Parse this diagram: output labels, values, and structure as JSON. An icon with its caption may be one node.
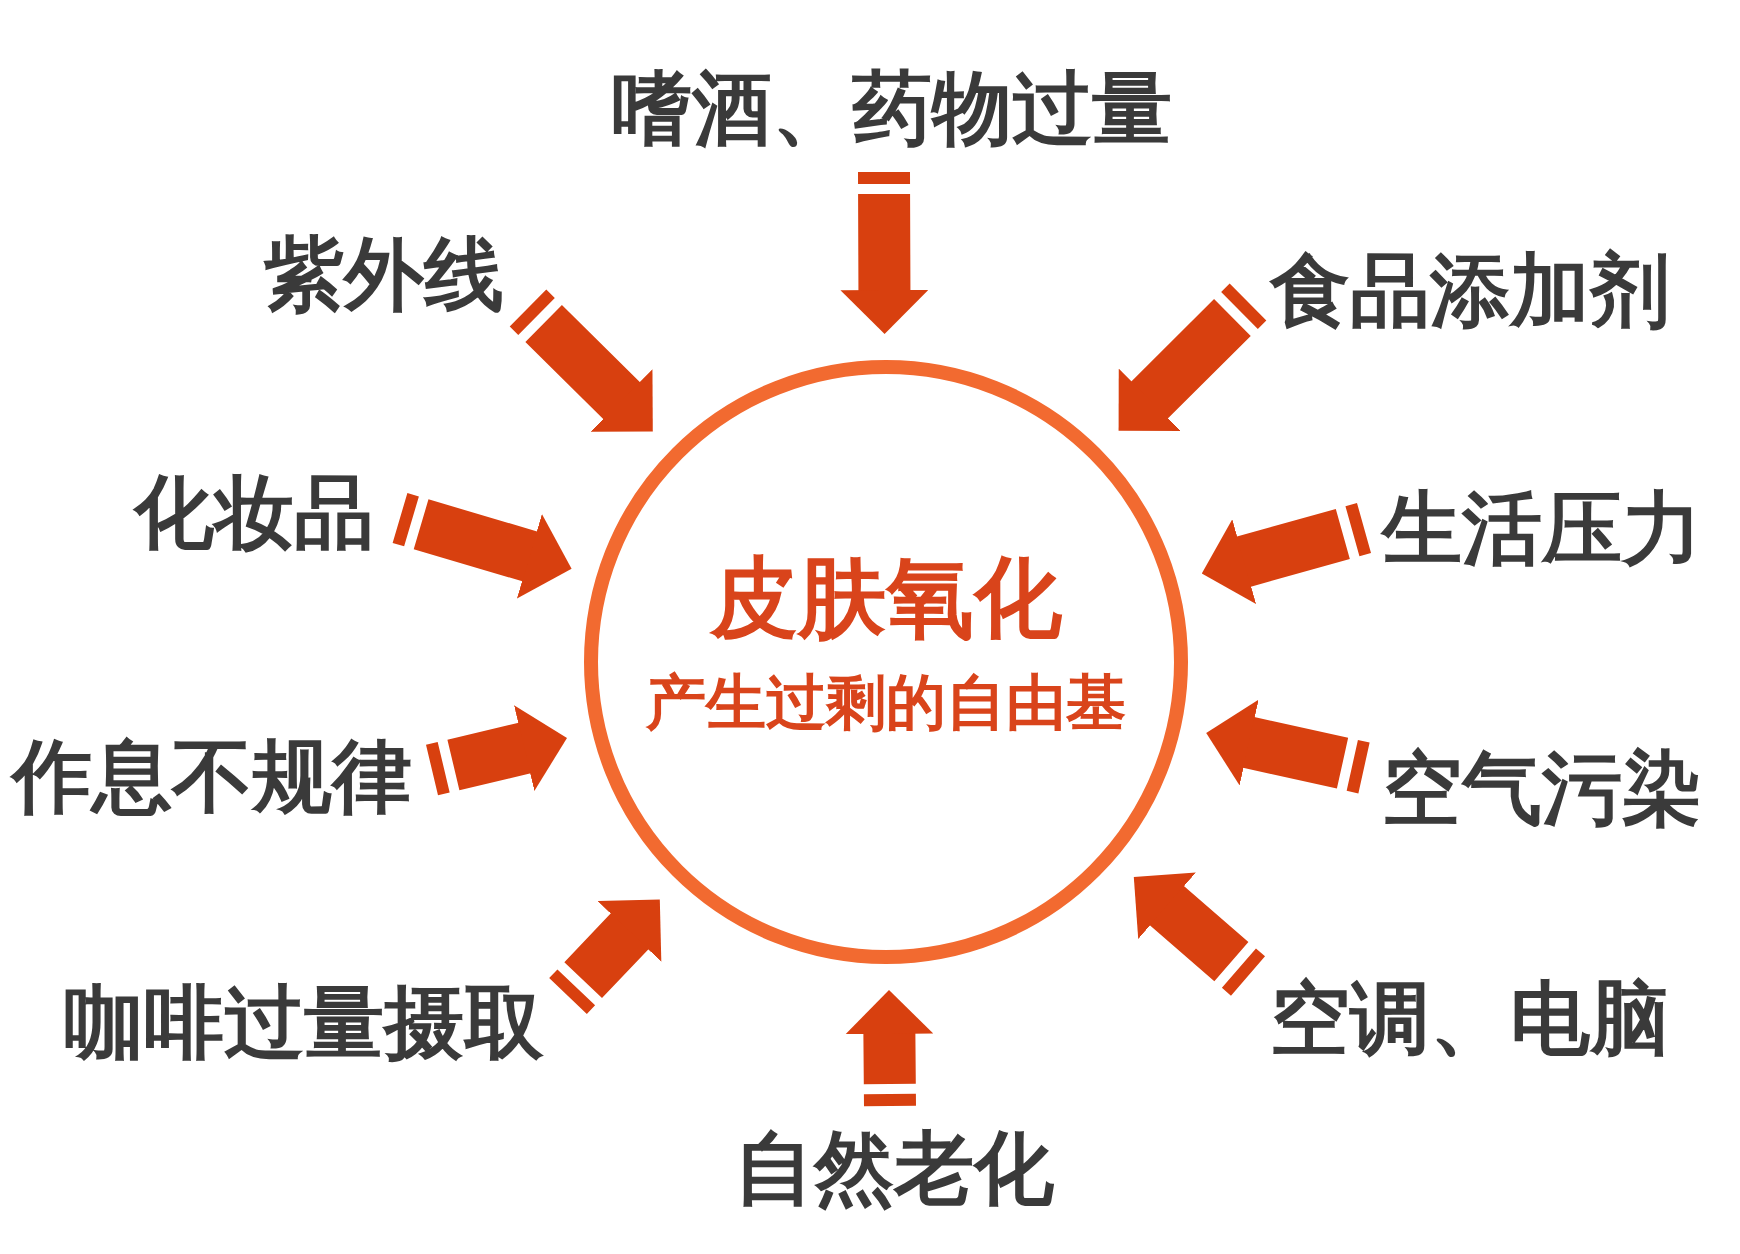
{
  "diagram": {
    "nodes": [
      {
        "text": [
          "嗜酒、药物过量"
        ]
      },
      {
        "text": [
          "紫外线"
        ]
      },
      {
        "text": [
          "食品添加剂"
        ]
      },
      {
        "text": [
          "化妆品"
        ]
      },
      {
        "text": [
          "生活压力"
        ]
      },
      {
        "text": [
          "皮肤氧化",
          "产生过剩的自由基"
        ]
      },
      {
        "text": [
          "作息不规律"
        ]
      },
      {
        "text": [
          "空气污染"
        ]
      },
      {
        "text": [
          "咖啡过量摄取"
        ]
      },
      {
        "text": [
          "空调、电脑"
        ]
      },
      {
        "text": [
          "自然老化"
        ]
      }
    ],
    "edges": [
      {
        "from": 0,
        "to": 5,
        "arrow": "to"
      },
      {
        "from": 1,
        "to": 5,
        "arrow": "to"
      },
      {
        "from": 2,
        "to": 5,
        "arrow": "to"
      },
      {
        "from": 3,
        "to": 5,
        "arrow": "to"
      },
      {
        "from": 4,
        "to": 5,
        "arrow": "to"
      },
      {
        "from": 6,
        "to": 5,
        "arrow": "to"
      },
      {
        "from": 7,
        "to": 5,
        "arrow": "to"
      },
      {
        "from": 8,
        "to": 5,
        "arrow": "to"
      },
      {
        "from": 9,
        "to": 5,
        "arrow": "to"
      },
      {
        "from": 10,
        "to": 5,
        "arrow": "to"
      }
    ]
  }
}
